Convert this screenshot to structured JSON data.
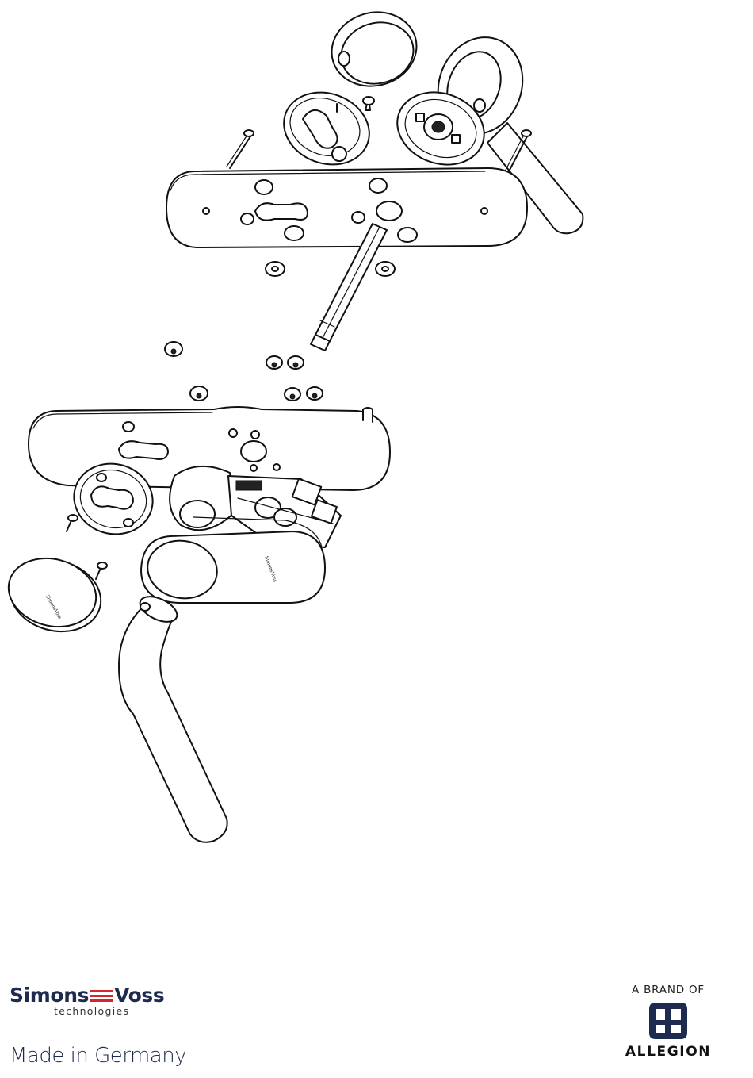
{
  "diagram": {
    "part_marking_1": "SimonsVoss",
    "part_marking_2": "SimonsVoss"
  },
  "brand": {
    "company_left": "Simons",
    "company_right": "Voss",
    "tagline": "technologies",
    "made_in": "Made in Germany",
    "brand_of": "A BRAND OF",
    "parent_brand": "ALLEGION"
  },
  "colors": {
    "brand_navy": "#1f2b4e",
    "brand_red": "#d5262f",
    "line": "#111111"
  },
  "icons": [
    "simonsvoss-logo",
    "allegion-mark"
  ]
}
